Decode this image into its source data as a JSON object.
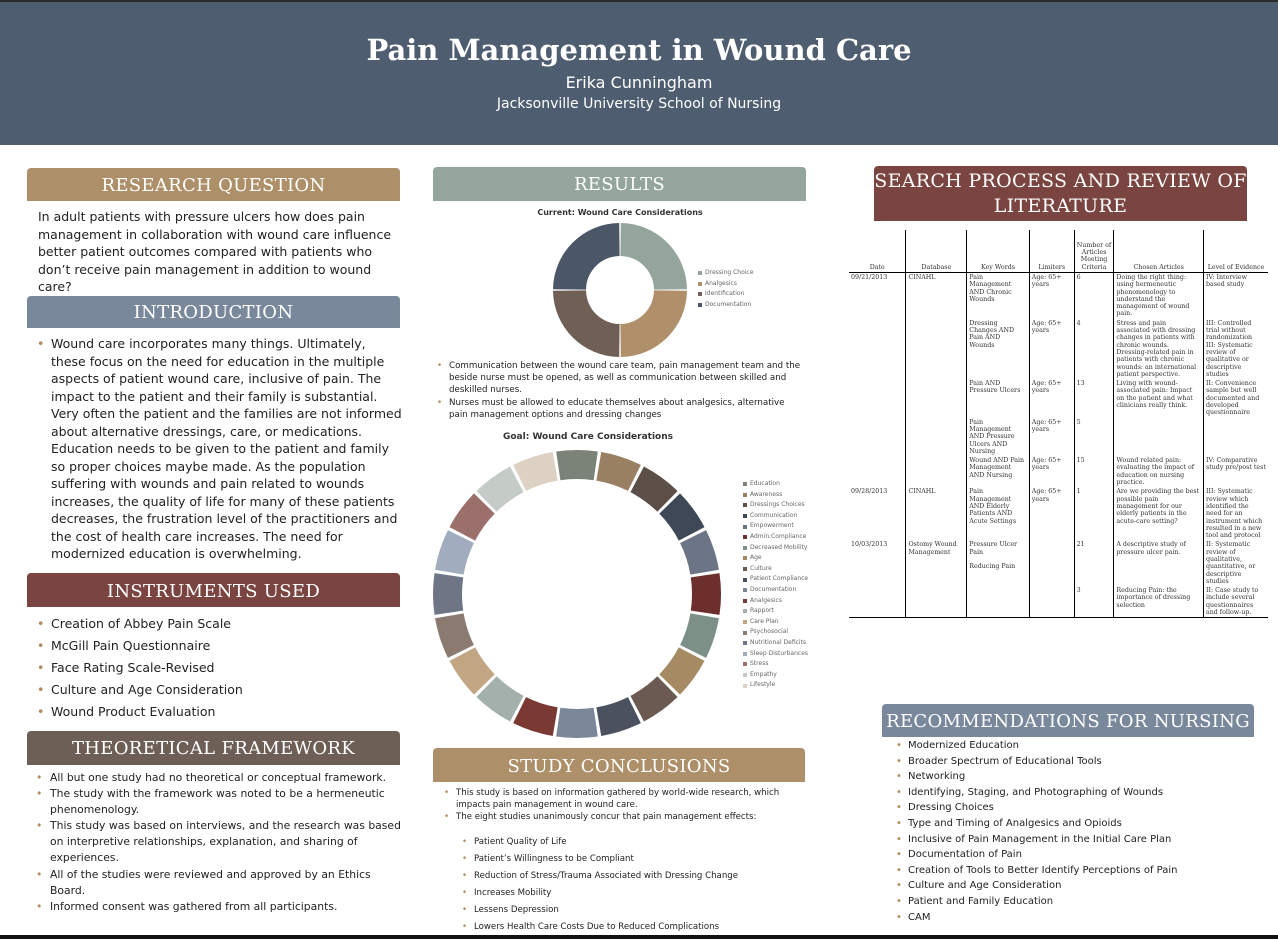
{
  "header": {
    "title": "Pain Management in Wound Care",
    "author": "Erika Cunningham",
    "school": "Jacksonville University School of Nursing"
  },
  "research_question": {
    "heading": "RESEARCH QUESTION",
    "text": "In adult patients with pressure ulcers how does pain management in collaboration with wound care influence better patient outcomes compared with patients who don’t receive pain management in addition to wound care?"
  },
  "introduction": {
    "heading": "INTRODUCTION",
    "text": "Wound care incorporates many things.  Ultimately, these focus on the need for education in the multiple aspects of patient wound care, inclusive of pain.  The impact to the patient and their family is substantial.  Very often the patient and the families are not informed about alternative dressings, care, or medications.  Education needs to be given to the patient and family so proper choices maybe made.  As the population suffering with wounds and pain related to wounds increases, the quality of life for many of these patients decreases, the frustration level of the practitioners and the cost of health care increases.  The need for modernized education is overwhelming."
  },
  "instruments": {
    "heading": "INSTRUMENTS USED",
    "items": [
      "Creation of Abbey Pain Scale",
      "McGill Pain Questionnaire",
      "Face Rating Scale-Revised",
      "Culture and Age Consideration",
      "Wound Product Evaluation"
    ]
  },
  "framework": {
    "heading": "THEORETICAL FRAMEWORK",
    "items": [
      "All but one study had no theoretical or conceptual framework.",
      " The study with the framework was noted to be a hermeneutic phenomenology.",
      "This study was based on interviews, and the research was based on interpretive relationships, explanation, and sharing of experiences.",
      "All of the studies were reviewed and approved by an Ethics Board.",
      "Informed consent was gathered from all participants."
    ]
  },
  "results": {
    "heading": "RESULTS",
    "bullets": [
      "Communication between the wound care team, pain management team and the beside nurse must be opened, as well as communication between skilled and deskilled nurses.",
      "Nurses must be allowed to educate themselves about analgesics, alternative pain management options and dressing changes"
    ]
  },
  "chart_data": [
    {
      "type": "pie",
      "title": "Current: Wound Care Considerations",
      "donut": true,
      "categories": [
        "Dressing Choice",
        "Analgesics",
        "Identification",
        "Documentation"
      ],
      "values": [
        25,
        25,
        25,
        25
      ],
      "colors": [
        "#94a59c",
        "#b0906a",
        "#6f5f54",
        "#4b5666"
      ],
      "legend": "right"
    },
    {
      "type": "pie",
      "title": "Goal: Wound Care Considerations",
      "donut": true,
      "categories": [
        "Education",
        "Awareness",
        "Dressings Choices",
        "Communication",
        "Empowerment",
        "Admin.Compliance",
        "Decreased Mobility",
        "Age",
        "Culture",
        "Patient Compliance",
        "Documentation",
        "Analgesics",
        "Rapport",
        "Care Plan",
        "Psychosocial",
        "Nutritional Deficits",
        "Sleep Disturbances",
        "Stress",
        "Empathy",
        "Lifestyle"
      ],
      "values": [
        1,
        1,
        1,
        1,
        1,
        1,
        1,
        1,
        1,
        1,
        1,
        1,
        1,
        1,
        1,
        1,
        1,
        1,
        1,
        1
      ],
      "colors": [
        "#7b8278",
        "#9a8062",
        "#5b4f47",
        "#3f4856",
        "#6b7585",
        "#6d2f2b",
        "#7d9088",
        "#a68a63",
        "#6a5a51",
        "#4a5260",
        "#7a8799",
        "#7a3a33",
        "#a3b0ac",
        "#c2a684",
        "#8a7a70",
        "#6e7686",
        "#a1adbf",
        "#9b6f6b",
        "#c5cbc6",
        "#ddd1c4"
      ],
      "legend": "right"
    }
  ],
  "conclusions": {
    "heading": "STUDY CONCLUSIONS",
    "items": [
      "This study is based on information gathered by world-wide research, which impacts pain management in wound care.",
      "The eight studies unanimously concur that pain management effects:"
    ],
    "sub_items": [
      "Patient Quality of Life",
      "Patient’s Willingness to be Compliant",
      "Reduction of Stress/Trauma Associated with Dressing Change",
      "Increases Mobility",
      " Lessens Depression",
      "Lowers Health Care Costs Due to Reduced Complications"
    ]
  },
  "search": {
    "heading": "SEARCH PROCESS AND REVIEW OF LITERATURE",
    "columns": [
      "Date",
      "Database",
      "Key Words",
      "Limiters",
      "Number of Articles Meeting Criteria",
      "Chosen Articles",
      "Level of Evidence"
    ],
    "rows": [
      [
        "09/21/2013",
        "CINAHL",
        "Pain Management AND Chronic Wounds",
        "Age: 65+ years",
        "6",
        "Doing the right thing: using hermeneutic phenomenology to understand the management of wound pain.",
        "IV: Interview based study"
      ],
      [
        "",
        "",
        "Dressing Changes AND Pain AND Wounds",
        "Age: 65+ years",
        "4",
        "Stress and pain associated with dressing changes in patients with chronic wounds.\nDressing-related pain in patients with chronic wounds: an international patient perspective.",
        "III: Controlled trial without randomization\nIII: Systematic review of qualitative or descriptive studies"
      ],
      [
        "",
        "",
        "Pain AND Pressure Ulcers",
        "Age: 65+ years",
        "13",
        "Living with wound-associated pain: Impact on the patient and what clinicians really think.",
        "II: Convenience sample but well documented and developed questionnaire"
      ],
      [
        "",
        "",
        "Pain Management AND Pressure Ulcers AND Nursing",
        "Age: 65+ years",
        "5",
        "",
        ""
      ],
      [
        "",
        "",
        "Wound AND Pain Management AND Nursing",
        "Age: 65+ years",
        "15",
        "Wound related pain: evaluating the impact of education on nursing practice.",
        "IV: Comparative study pre/post test"
      ],
      [
        "09/28/2013",
        "CINAHL",
        "Pain Management AND Elderly Patients AND Acute Settings",
        "Age: 65+ years",
        "1",
        "Are we providing the best possible pain management for our elderly patients in the acute-care setting?",
        "III: Systematic review which identified the need for an instrument which resulted in a new tool and protocol"
      ],
      [
        "10/03/2013",
        "Ostomy Wound Management",
        "Pressure Ulcer Pain\n\nReducing Pain",
        "",
        "21",
        "A descriptive study of pressure ulcer pain.",
        "II: Systematic review of qualitative, quantitative, or descriptive studies"
      ],
      [
        "",
        "",
        "",
        "",
        "3",
        "Reducing Pain: the importance of dressing selection",
        "II: Case study to include several questionnaires and follow-up."
      ]
    ]
  },
  "recommendations": {
    "heading": "RECOMMENDATIONS FOR NURSING",
    "items": [
      "Modernized Education",
      "Broader Spectrum of Educational Tools",
      "Networking",
      "Identifying, Staging, and Photographing of Wounds",
      "Dressing Choices",
      "Type and Timing of Analgesics and Opioids",
      "Inclusive of Pain Management in the Initial Care Plan",
      "Documentation of Pain",
      "Creation of Tools to Better Identify Perceptions of Pain",
      "Culture and Age Consideration",
      "Patient and Family Education",
      "CAM"
    ]
  },
  "colors": {
    "header": "#4f5d70",
    "gold": "#ad9069",
    "slate": "#7a889c",
    "maroon": "#7a4540",
    "brown": "#6e5f56",
    "sage": "#94a59c"
  }
}
